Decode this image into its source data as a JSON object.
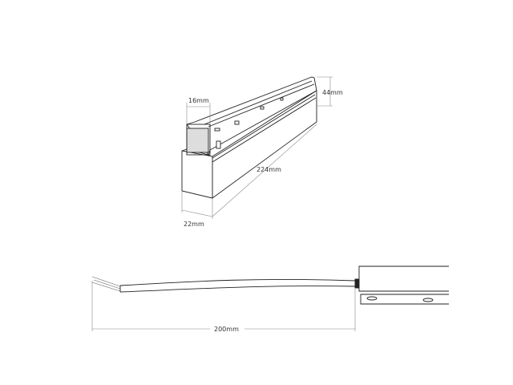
{
  "top_view": {
    "width_label": "16mm",
    "height_label": "44mm",
    "length_label": "224mm",
    "depth_label": "22mm"
  },
  "side_view": {
    "cable_length_label": "200mm"
  },
  "colors": {
    "line": "#222222",
    "dimension": "#888888",
    "end_cap": "#dddddd"
  }
}
